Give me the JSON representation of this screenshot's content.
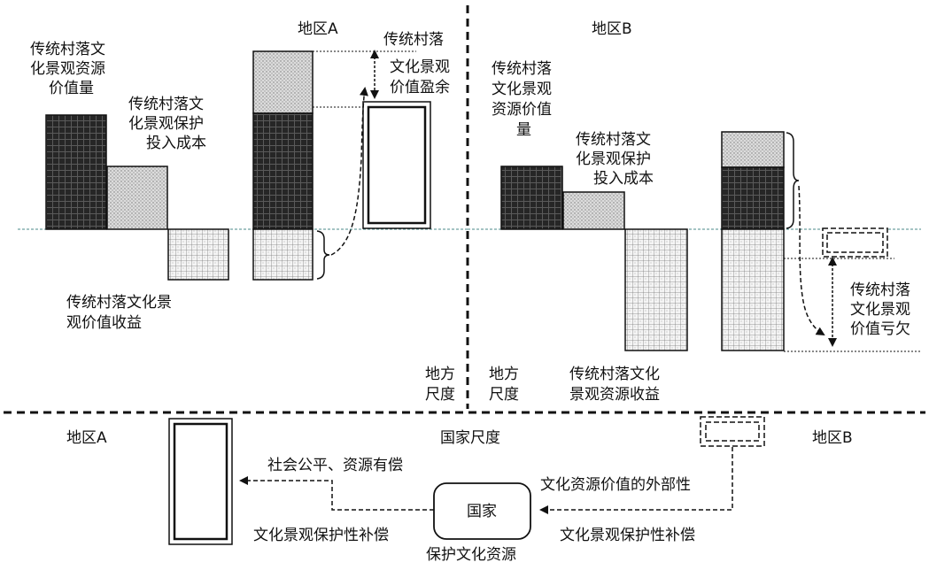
{
  "region_a": {
    "title": "地区A",
    "heading": "传统村落",
    "resource_value": [
      "传统村落文",
      "化景观资源",
      "价值量"
    ],
    "protection_cost": [
      "传统村落文",
      "化景观保护",
      "投入成本"
    ],
    "value_gain": [
      "传统村落文化景",
      "观价值收益"
    ],
    "surplus": [
      "文化景观",
      "价值盈余"
    ],
    "local_scale": [
      "地方",
      "尺度"
    ]
  },
  "region_b": {
    "title": "地区B",
    "resource_value": [
      "传统村落",
      "文化景观",
      "资源价值",
      "量"
    ],
    "protection_cost": [
      "传统村落文",
      "化景观保护",
      "投入成本"
    ],
    "resource_gain": [
      "传统村落文化",
      "景观资源收益"
    ],
    "deficit": [
      "传统村落",
      "文化景观",
      "价值亏欠"
    ],
    "local_scale": [
      "地方",
      "尺度"
    ]
  },
  "national": {
    "region_a_label": "地区A",
    "region_b_label": "地区B",
    "title": "国家尺度",
    "center": "国家",
    "fairness": "社会公平、资源有偿",
    "externality": "文化资源价值的外部性",
    "compensation_left": "文化景观保护性补偿",
    "compensation_right": "文化景观保护性补偿",
    "protect": "保护文化资源"
  },
  "colors": {
    "ink": "#111111",
    "baseline": "#4a8a8a",
    "dark_fill": "#2a2a2a",
    "light_fill": "#d8d8d8",
    "grid_fill": "#f2f2f2"
  }
}
